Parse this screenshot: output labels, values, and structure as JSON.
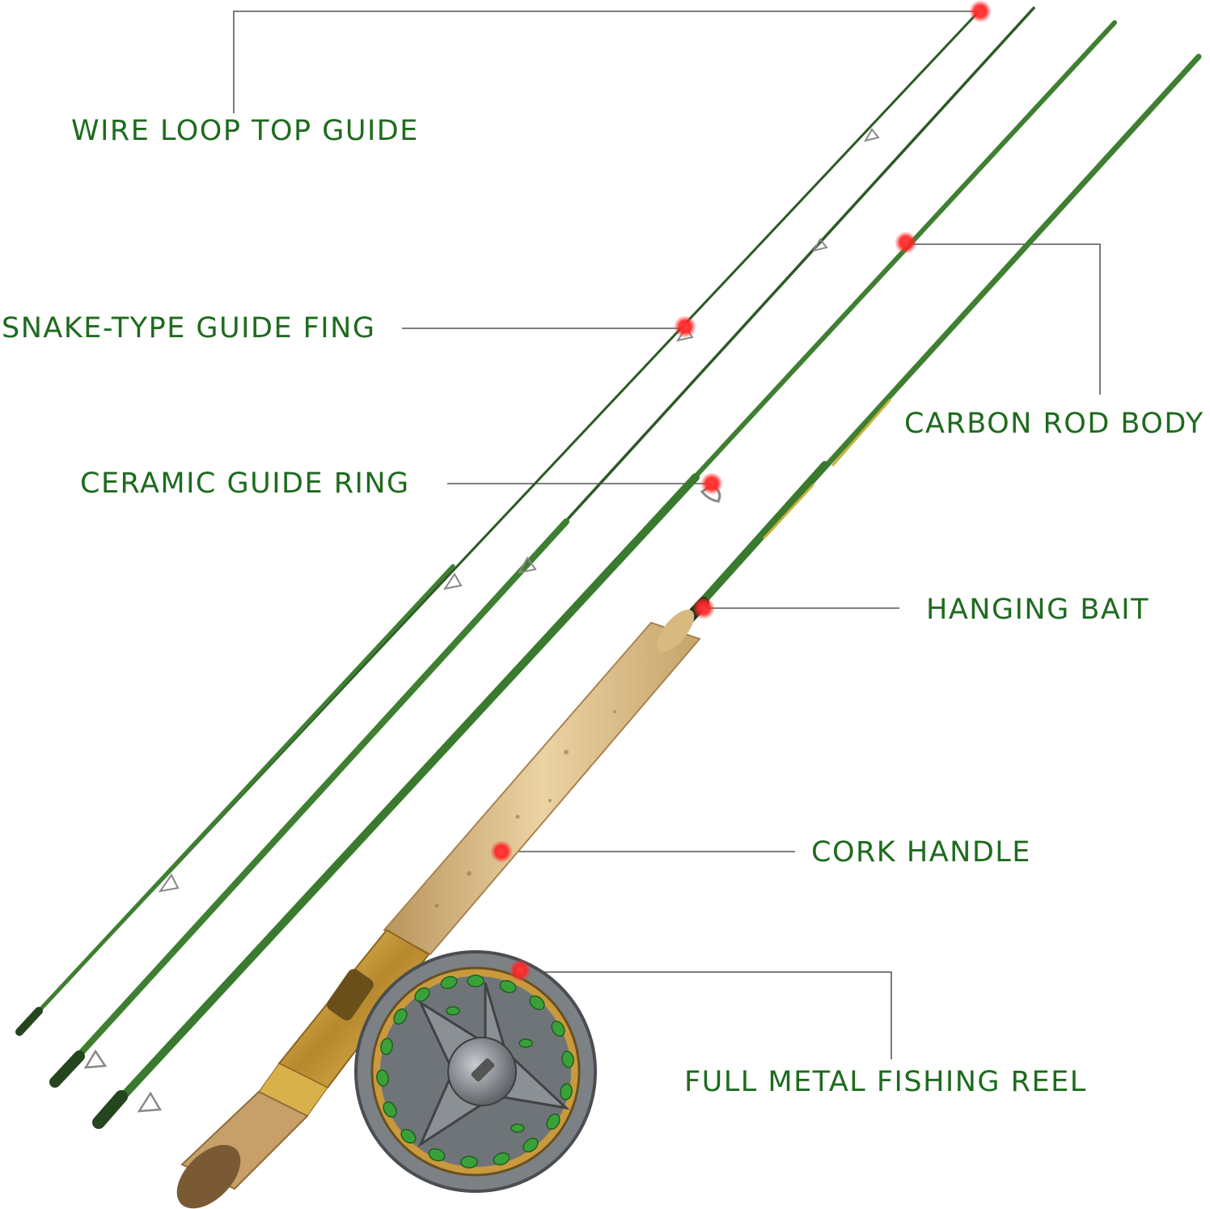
{
  "labels": {
    "wire_loop_top_guide": "WIRE LOOP TOP GUIDE",
    "snake_type_guide_fing": "SNAKE-TYPE GUIDE FING",
    "ceramic_guide_ring": "CERAMIC GUIDE RING",
    "carbon_rod_body": "CARBON ROD BODY",
    "hanging_bait": "HANGING BAIT",
    "cork_handle": "CORK HANDLE",
    "full_metal_fishing_reel": "FULL METAL FISHING REEL"
  },
  "colors": {
    "label_text": "#1e6b1e",
    "rod_green": "#3f7f32",
    "rod_dark": "#2c5a24",
    "cork": "#d9bd8c",
    "reel_grey": "#6f7478",
    "reel_gold": "#c99a3d",
    "reel_green": "#3aa13a",
    "marker_red": "#ff2a2a",
    "leader_line": "#333333"
  },
  "icons": {
    "markers": "red-dot-marker",
    "reel": "fly-reel-icon"
  }
}
